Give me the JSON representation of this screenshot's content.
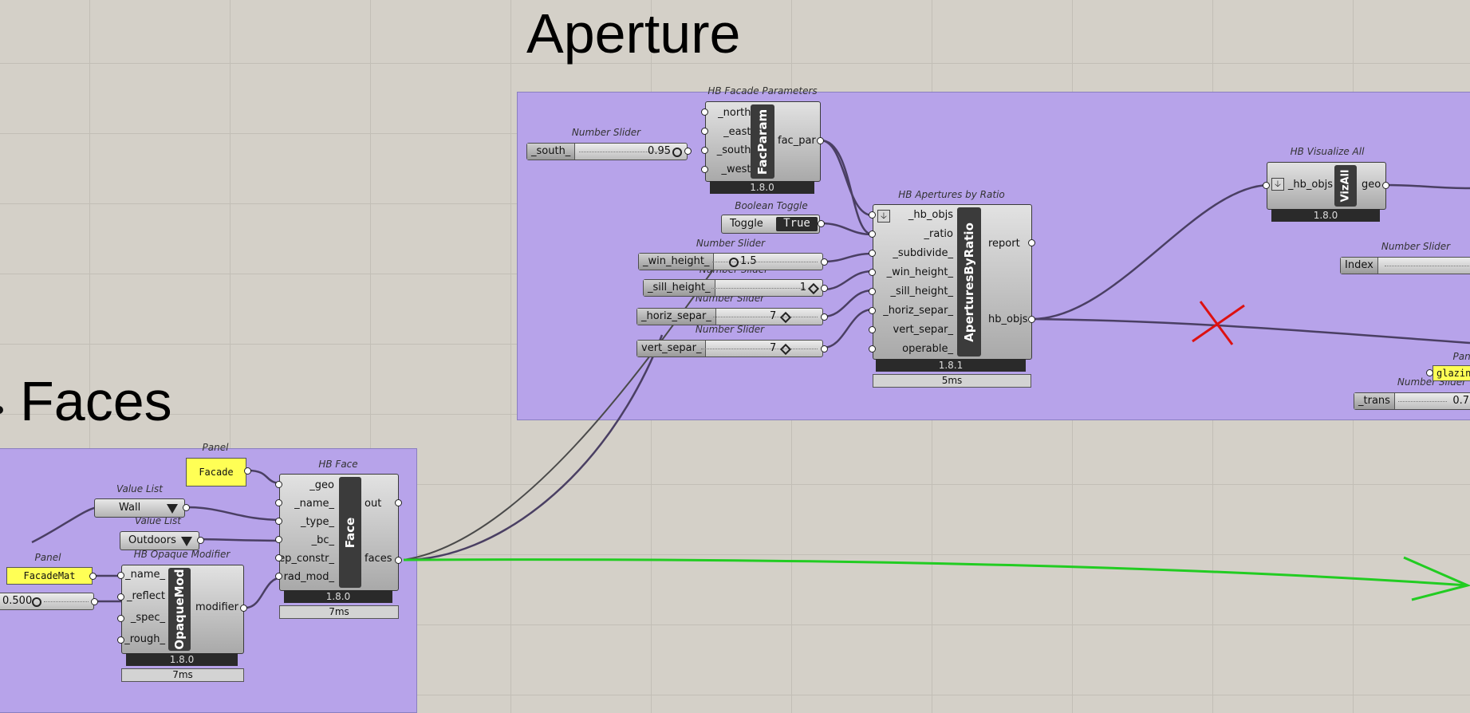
{
  "titles": {
    "aperture": "Aperture",
    "faces": "Faces"
  },
  "captions": {
    "facade_params": "HB Facade Parameters",
    "number_slider": "Number Slider",
    "boolean_toggle": "Boolean Toggle",
    "apertures_by_ratio": "HB Apertures by Ratio",
    "visualize_all": "HB Visualize All",
    "panel": "Panel",
    "value_list": "Value List",
    "hb_face": "HB Face",
    "opaque_modifier": "HB Opaque Modifier"
  },
  "facparam": {
    "nick": "FacParam",
    "inputs": [
      "_north_",
      "_east_",
      "_south_",
      "_west_"
    ],
    "output": "fac_par",
    "version": "1.8.0"
  },
  "apertures": {
    "nick": "AperturesByRatio",
    "inputs": [
      "_hb_objs",
      "_ratio",
      "_subdivide_",
      "_win_height_",
      "_sill_height_",
      "_horiz_separ_",
      "vert_separ_",
      "operable_"
    ],
    "outputs": [
      "report",
      "hb_objs"
    ],
    "version": "1.8.1",
    "time": "5ms"
  },
  "vizall": {
    "nick": "VizAll",
    "input": "_hb_objs",
    "output": "geo",
    "version": "1.8.0"
  },
  "hbface": {
    "nick": "Face",
    "inputs": [
      "_geo",
      "_name_",
      "_type_",
      "_bc_",
      "ep_constr_",
      "rad_mod_"
    ],
    "outputs": [
      "out",
      "faces"
    ],
    "version": "1.8.0",
    "time": "7ms"
  },
  "opaquemod": {
    "nick": "OpaqueMod",
    "inputs": [
      "_name_",
      "_reflect",
      "_spec_",
      "_rough_"
    ],
    "output": "modifier",
    "version": "1.8.0",
    "time": "7ms"
  },
  "sliders": {
    "south": {
      "name": "_south_",
      "value": "0.95"
    },
    "win_height": {
      "name": "_win_height_",
      "value": "1.5"
    },
    "sill_height": {
      "name": "_sill_height_",
      "value": "1"
    },
    "horiz_separ": {
      "name": "_horiz_separ_",
      "value": "7"
    },
    "vert_separ": {
      "name": "vert_separ_",
      "value": "7"
    },
    "index": {
      "name": "Index",
      "value": ""
    },
    "trans": {
      "name": "_trans",
      "value": "0.7"
    },
    "mat": {
      "value": "0.500"
    }
  },
  "toggle": {
    "label": "Toggle",
    "value": "True"
  },
  "panels": {
    "facade": "Facade",
    "facademat": "FacadeMat",
    "glazing": "glazin"
  },
  "value_lists": {
    "wall": "Wall",
    "outdoors": "Outdoors"
  },
  "annotation_colors": {
    "green_arrow": "#22cc22",
    "red_x": "#dd1111",
    "group_fill": "#b7a3ea"
  }
}
